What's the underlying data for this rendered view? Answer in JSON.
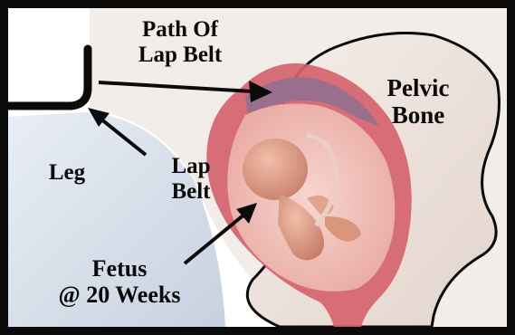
{
  "labels": {
    "path_of_lap_belt": [
      "Path Of",
      "Lap Belt"
    ],
    "pelvic_bone": [
      "Pelvic",
      "Bone"
    ],
    "leg": "Leg",
    "lap_belt": [
      "Lap",
      "Belt"
    ],
    "fetus": [
      "Fetus",
      "@ 20 Weeks"
    ]
  },
  "colors": {
    "uterus_wall": "#d5636c",
    "uterus_outer": "#c9545f",
    "placenta": "#9a6f8e",
    "amniotic": "#f2c4bc",
    "fetus_skin": "#e0a48e",
    "leg_fill": "#d8dfe9",
    "pelvic_fill": "#efe5df",
    "belt": "#0b0b0b"
  }
}
